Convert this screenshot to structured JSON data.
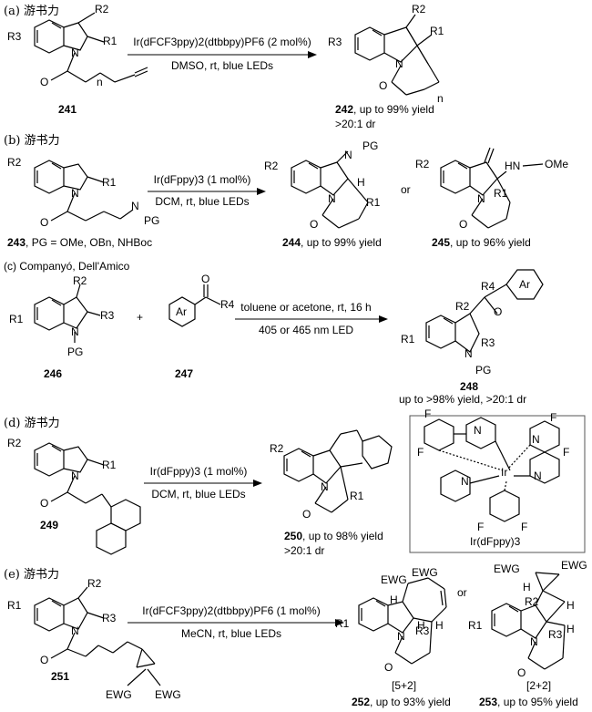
{
  "schemes": [
    {
      "label": "(a) 游书力",
      "reagent_top": "Ir(dFCF3ppy)2(dtbbpy)PF6 (2 mol%)",
      "reagent_bottom": "DMSO, rt, blue LEDs",
      "substrate_id": "241",
      "product_id": "242",
      "product_yield": ", up to 99% yield",
      "product_dr": ">20:1 dr",
      "atoms": [
        "R3",
        "R2",
        "R1",
        "N",
        "O",
        "n",
        "R3",
        "R2",
        "R1",
        "N",
        "O",
        "n"
      ]
    },
    {
      "label": "(b) 游书力",
      "reagent_top": "Ir(dFppy)3 (1 mol%)",
      "reagent_bottom": "DCM, rt, blue LEDs",
      "substrate_id": "243",
      "substrate_note": ", PG = OMe, OBn, NHBoc",
      "product_id": "244",
      "product_yield": ", up to 99% yield",
      "or_text": "or",
      "product2_id": "245",
      "product2_yield": ", up to 96% yield",
      "atoms": [
        "R2",
        "R1",
        "N",
        "O",
        "N",
        "PG",
        "R2",
        "N",
        "PG",
        "H",
        "R1",
        "N",
        "O",
        "R2",
        "HN",
        "OMe",
        "N",
        "R1",
        "O"
      ]
    },
    {
      "label": "(c) Companyó, Dell'Amico",
      "reagent_top": "toluene or acetone, rt, 16 h",
      "reagent_bottom": "405 or 465 nm LED",
      "plus": "+",
      "substrate_id": "246",
      "substrate2_id": "247",
      "product_id": "248",
      "product_yield": "up to >98% yield, >20:1 dr",
      "atoms": [
        "R2",
        "R1",
        "R3",
        "N",
        "PG",
        "Ar",
        "O",
        "R4",
        "R4",
        "Ar",
        "R2",
        "O",
        "R1",
        "N",
        "R3",
        "PG"
      ]
    },
    {
      "label": "(d) 游书力",
      "reagent_top": "Ir(dFppy)3 (1 mol%)",
      "reagent_bottom": "DCM, rt, blue LEDs",
      "substrate_id": "249",
      "product_id": "250",
      "product_yield": ", up to 98% yield",
      "product_dr": ">20:1 dr",
      "catalyst_name": "Ir(dFppy)3",
      "atoms": [
        "R2",
        "R1",
        "N",
        "O",
        "R2",
        "N",
        "O",
        "R1",
        "F",
        "F",
        "F",
        "F",
        "F",
        "F",
        "N",
        "N",
        "N",
        "N",
        "Ir"
      ]
    },
    {
      "label": "(e) 游书力",
      "reagent_top": "Ir(dFCF3ppy)2(dtbbpy)PF6 (1 mol%)",
      "reagent_bottom": "MeCN, rt, blue LEDs",
      "substrate_id": "251",
      "product_id": "252",
      "product_yield": ", up to 93% yield",
      "product_tag": "[5+2]",
      "or_text": "or",
      "product2_id": "253",
      "product2_yield": ", up to 95% yield",
      "product2_tag": "[2+2]",
      "atoms": [
        "R1",
        "R2",
        "R3",
        "N",
        "O",
        "EWG",
        "EWG",
        "EWG",
        "EWG",
        "H",
        "R1",
        "H",
        "N",
        "R3",
        "H",
        "O",
        "EWG",
        "EWG",
        "R2",
        "H",
        "R1",
        "H",
        "N",
        "R3",
        "H",
        "O"
      ]
    }
  ]
}
